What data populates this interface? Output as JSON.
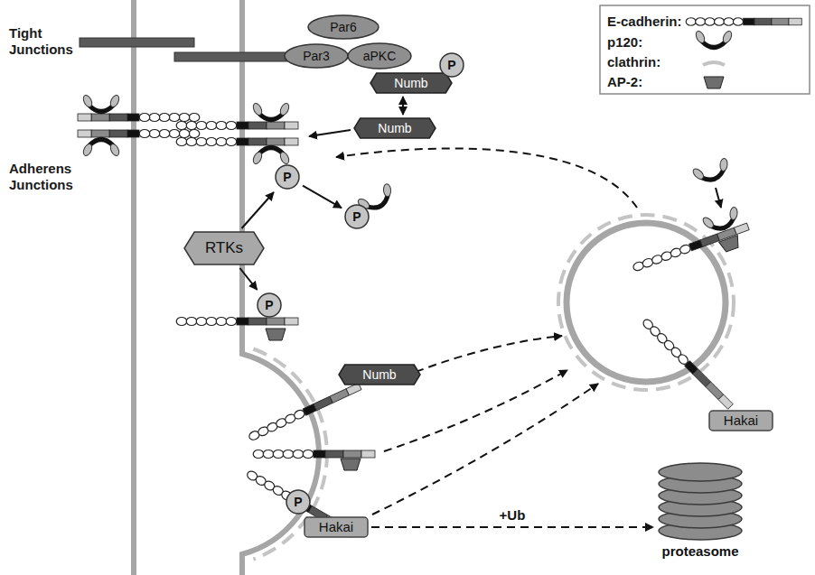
{
  "diagram": {
    "nodes": [
      {
        "text": [
          "Par6"
        ]
      },
      {
        "text": [
          "Par3"
        ]
      },
      {
        "text": [
          "aPKC"
        ]
      },
      {
        "text": [
          "Numb"
        ]
      },
      {
        "text": [
          "P"
        ]
      },
      {
        "text": [
          "Numb"
        ]
      },
      {
        "text": [
          "P"
        ]
      },
      {
        "text": [
          "P"
        ]
      },
      {
        "text": [
          "RTKs"
        ]
      },
      {
        "text": [
          "P"
        ]
      },
      {
        "text": [
          "Numb"
        ]
      },
      {
        "text": [
          "P"
        ]
      },
      {
        "text": [
          "Hakai"
        ]
      },
      {
        "text": [
          "Hakai"
        ]
      },
      {
        "text": [
          "proteasome"
        ]
      }
    ],
    "edges": [
      {
        "from": 3,
        "to": 5,
        "arrow": "both"
      },
      {
        "from": 8,
        "to": 6,
        "arrow": "to"
      },
      {
        "from": 6,
        "to": 7,
        "arrow": "to"
      },
      {
        "from": 8,
        "to": 9,
        "arrow": "to"
      },
      {
        "from": 12,
        "to": 14,
        "label": "+Ub",
        "arrow": "to"
      }
    ],
    "labels": [
      "Tight Junctions",
      "Adherens Junctions"
    ],
    "legend": [
      {
        "text": "E-cadherin:"
      },
      {
        "text": "p120:"
      },
      {
        "text": "clathrin:"
      },
      {
        "text": "AP-2:"
      }
    ]
  }
}
